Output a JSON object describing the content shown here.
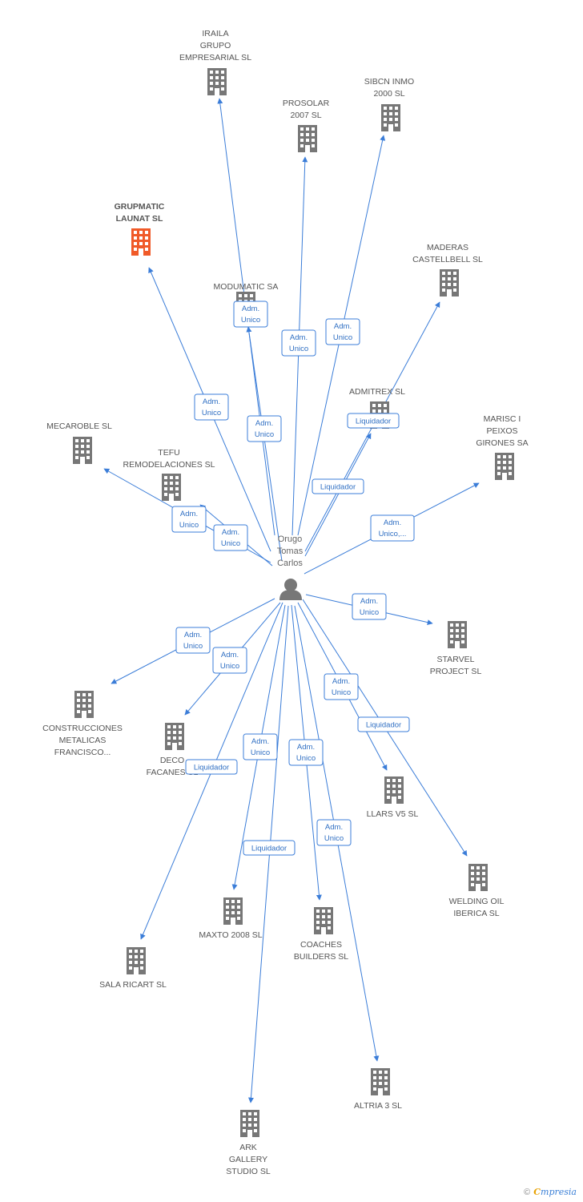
{
  "center": {
    "name": "Orugo\nTomas\nCarlos"
  },
  "colors": {
    "edge": "#3b7dd8",
    "building": "#777777",
    "highlight": "#f05a28"
  },
  "companies": [
    {
      "id": "iraila",
      "label": "IRAILA\nGRUPO\nEMPRESARIAL SL"
    },
    {
      "id": "prosolar",
      "label": "PROSOLAR\n2007 SL"
    },
    {
      "id": "sibcn",
      "label": "SIBCN INMO\n2000 SL"
    },
    {
      "id": "grupmatic",
      "label": "GRUPMATIC\nLAUNAT SL",
      "highlight": true
    },
    {
      "id": "maderas",
      "label": "MADERAS\nCASTELLBELL SL"
    },
    {
      "id": "modumatic",
      "label": "MODUMATIC SA"
    },
    {
      "id": "admitrex",
      "label": "ADMITREX SL"
    },
    {
      "id": "mecaroble",
      "label": "MECAROBLE SL"
    },
    {
      "id": "tefu",
      "label": "TEFU\nREMODELACIONES SL"
    },
    {
      "id": "marisc",
      "label": "MARISC I\nPEIXOS\nGIRONES SA"
    },
    {
      "id": "starvel",
      "label": "STARVEL\nPROJECT SL"
    },
    {
      "id": "construcciones",
      "label": "CONSTRUCCIONES\nMETALICAS\nFRANCISCO..."
    },
    {
      "id": "deco",
      "label": "DECO\nFACANES SL"
    },
    {
      "id": "llars",
      "label": "LLARS V5 SL"
    },
    {
      "id": "welding",
      "label": "WELDING OIL\nIBERICA SL"
    },
    {
      "id": "maxto",
      "label": "MAXTO 2008 SL"
    },
    {
      "id": "coaches",
      "label": "COACHES\nBUILDERS SL"
    },
    {
      "id": "sala",
      "label": "SALA RICART SL"
    },
    {
      "id": "altria",
      "label": "ALTRIA 3 SL"
    },
    {
      "id": "ark",
      "label": "ARK\nGALLERY\nSTUDIO SL"
    }
  ],
  "relations": [
    {
      "to": "iraila",
      "label": "Adm.\nUnico"
    },
    {
      "to": "modumatic",
      "label": "Adm.\nUnico"
    },
    {
      "to": "prosolar",
      "label": "Adm.\nUnico"
    },
    {
      "to": "sibcn",
      "label": "Adm.\nUnico"
    },
    {
      "to": "grupmatic",
      "label": "Adm.\nUnico"
    },
    {
      "to": "maderas",
      "label": "Liquidador"
    },
    {
      "to": "admitrex",
      "label": "Liquidador"
    },
    {
      "to": "mecaroble",
      "label": "Adm.\nUnico"
    },
    {
      "to": "tefu",
      "label": "Adm.\nUnico"
    },
    {
      "to": "marisc",
      "label": "Adm.\nUnico,..."
    },
    {
      "to": "starvel",
      "label": "Adm.\nUnico"
    },
    {
      "to": "construcciones",
      "label": "Adm.\nUnico"
    },
    {
      "to": "deco",
      "label": "Adm.\nUnico"
    },
    {
      "to": "llars",
      "label": "Adm.\nUnico"
    },
    {
      "to": "welding",
      "label": "Liquidador"
    },
    {
      "to": "maxto",
      "label": "Adm.\nUnico"
    },
    {
      "to": "coaches",
      "label": "Adm.\nUnico"
    },
    {
      "to": "sala",
      "label": "Liquidador"
    },
    {
      "to": "ark",
      "label": "Liquidador"
    },
    {
      "to": "altria",
      "label": "Adm.\nUnico"
    }
  ],
  "footer": {
    "copyright": "©",
    "brand_first": "C",
    "brand_rest": "mpresia"
  }
}
